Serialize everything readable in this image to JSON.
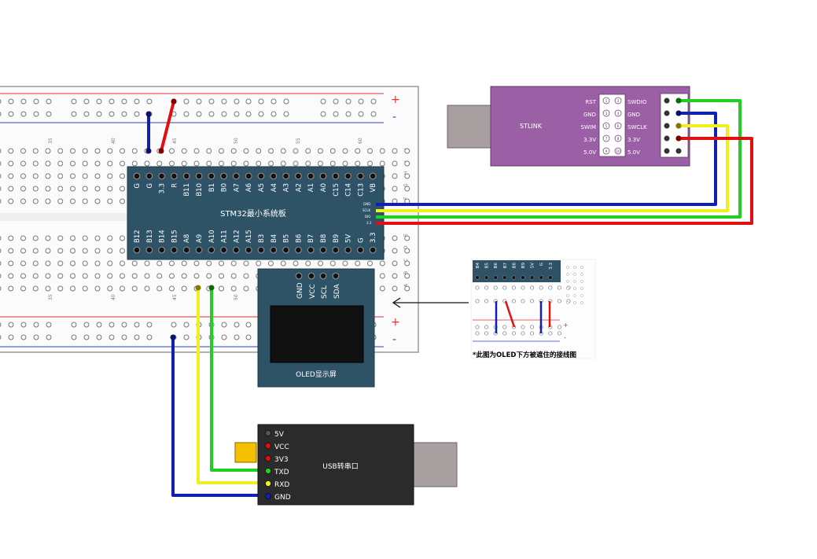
{
  "breadboard": {
    "col_numbers": [
      "35",
      "40",
      "45",
      "50",
      "55",
      "60"
    ],
    "row_letters_top": [
      "J",
      "I",
      "H",
      "G",
      "F"
    ],
    "row_letters_bottom": [
      "E",
      "D",
      "C",
      "B",
      "A"
    ],
    "plus": "+",
    "minus": "-"
  },
  "stm32": {
    "title": "STM32最小系统板",
    "top_pins": [
      "G",
      "G",
      "3.3",
      "R",
      "B11",
      "B10",
      "B1",
      "B0",
      "A7",
      "A6",
      "A5",
      "A4",
      "A3",
      "A2",
      "A1",
      "A0",
      "C15",
      "C14",
      "C13",
      "VB"
    ],
    "bottom_pins": [
      "B12",
      "B13",
      "B14",
      "B15",
      "A8",
      "A9",
      "A10",
      "A11",
      "A12",
      "A15",
      "B3",
      "B4",
      "B5",
      "B6",
      "B7",
      "B8",
      "B9",
      "5V",
      "G",
      "3.3"
    ],
    "side_pins": [
      "GND",
      "SCLK",
      "DIO",
      "3.3"
    ]
  },
  "stlink": {
    "title": "STLINK",
    "left_labels": [
      "RST",
      "GND",
      "SWIM",
      "3.3V",
      "5.0V"
    ],
    "right_labels": [
      "SWDIO",
      "GND",
      "SWCLK",
      "3.3V",
      "5.0V"
    ],
    "left_nums": [
      "1",
      "3",
      "5",
      "7",
      "9"
    ],
    "right_nums": [
      "2",
      "4",
      "6",
      "8",
      "10"
    ]
  },
  "oled": {
    "title": "OLED显示屏",
    "pins": [
      "GND",
      "VCC",
      "SCL",
      "SDA"
    ]
  },
  "usb_serial": {
    "title": "USB转串口",
    "pins": [
      "5V",
      "VCC",
      "3V3",
      "TXD",
      "RXD",
      "GND"
    ]
  },
  "inset": {
    "caption": "*此图为OLED下方被遮住的接线图",
    "pins": [
      "B4",
      "B5",
      "B6",
      "B7",
      "B8",
      "B9",
      "5V",
      "G",
      "3.3"
    ]
  },
  "colors": {
    "stm32_board": "#2e5266",
    "stlink_board": "#9b5fa6",
    "usb_board": "#2b2b2b",
    "wire_red": "#e01010",
    "wire_blue": "#1020b0",
    "wire_green": "#20d020",
    "wire_yellow": "#f0f020"
  }
}
